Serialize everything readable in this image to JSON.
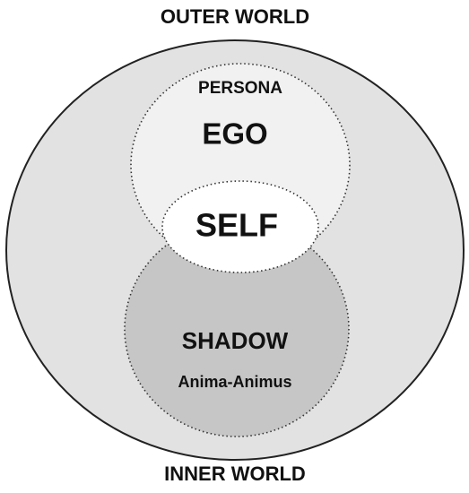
{
  "labels": {
    "outer_world": "OUTER WORLD",
    "inner_world": "INNER WORLD",
    "persona": "PERSONA",
    "ego": "EGO",
    "self": "SELF",
    "shadow": "SHADOW",
    "anima_animus": "Anima-Animus"
  },
  "colors": {
    "outer_circle_fill": "#e2e2e2",
    "ego_circle_fill": "#f1f1f1",
    "shadow_circle_fill": "#c6c6c6",
    "self_fill": "#ffffff",
    "outline": "#222222",
    "text": "#111111"
  }
}
